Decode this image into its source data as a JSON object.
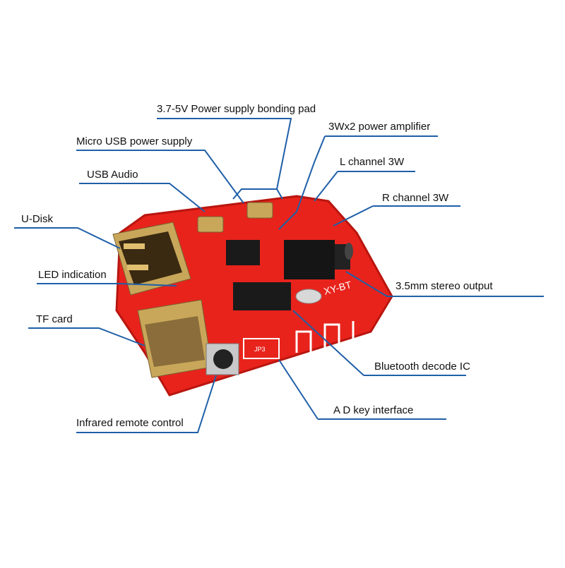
{
  "colors": {
    "board": "#e8231c",
    "board_dark": "#b8160f",
    "leader_line": "#1f5fa8",
    "metal": "#c9a75a",
    "chip": "#1a1a1a",
    "silk": "#ffffff"
  },
  "board": {
    "silk_text": "XY-BT",
    "jack_text": "JP3"
  },
  "callouts": [
    {
      "id": "power-pad",
      "text": "3.7-5V Power supply bonding pad"
    },
    {
      "id": "amplifier",
      "text": "3Wx2 power amplifier"
    },
    {
      "id": "micro-usb",
      "text": "Micro USB power supply"
    },
    {
      "id": "l-channel",
      "text": "L channel 3W"
    },
    {
      "id": "usb-audio",
      "text": "USB Audio"
    },
    {
      "id": "r-channel",
      "text": "R channel 3W"
    },
    {
      "id": "u-disk",
      "text": "U-Disk"
    },
    {
      "id": "led",
      "text": "LED indication"
    },
    {
      "id": "stereo-out",
      "text": "3.5mm stereo output"
    },
    {
      "id": "tf-card",
      "text": "TF card"
    },
    {
      "id": "bt-ic",
      "text": "Bluetooth decode IC"
    },
    {
      "id": "ad-key",
      "text": "A D key interface"
    },
    {
      "id": "ir-remote",
      "text": "Infrared remote control"
    }
  ]
}
